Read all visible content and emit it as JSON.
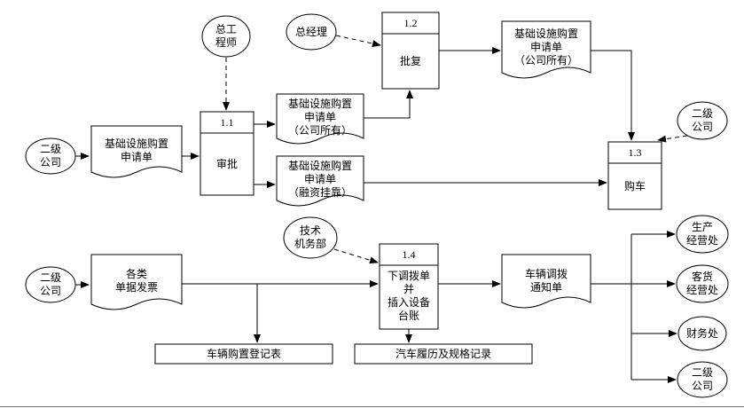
{
  "diagram": {
    "externals": {
      "branch_top_left": "二级\n公司",
      "chief_engineer": "总工\n程师",
      "general_manager": "总经理",
      "branch_right": "二级\n公司",
      "branch_bottom_left": "二级\n公司",
      "tech_equipment_dept": "技术\n机务部",
      "production_office": "生产\n经营处",
      "passenger_freight_office": "客货\n经营处",
      "finance_office": "财务处",
      "branch_bottom_right": "二级\n公司"
    },
    "processes": {
      "approve": {
        "id": "1.1",
        "name": "审批"
      },
      "reply": {
        "id": "1.2",
        "name": "批复"
      },
      "purchase": {
        "id": "1.3",
        "name": "购车"
      },
      "transfer": {
        "id": "1.4",
        "name": "下调拨单\n并\n插入设备\n台账"
      }
    },
    "documents": {
      "request_form": "基础设施购置\n申请单",
      "request_company_owned": "基础设施购置\n申请单\n（公司所有）",
      "request_financed": "基础设施购置\n申请单\n（融资挂靠）",
      "request_company_owned_approved": "基础设施购置\n申请单\n（公司所有）",
      "invoices": "各类\n单据发票",
      "transfer_notice": "车辆调拨\n通知单"
    },
    "datastores": {
      "purchase_register": "车辆购置登记表",
      "vehicle_record": "汽车履历及规格记录"
    }
  }
}
